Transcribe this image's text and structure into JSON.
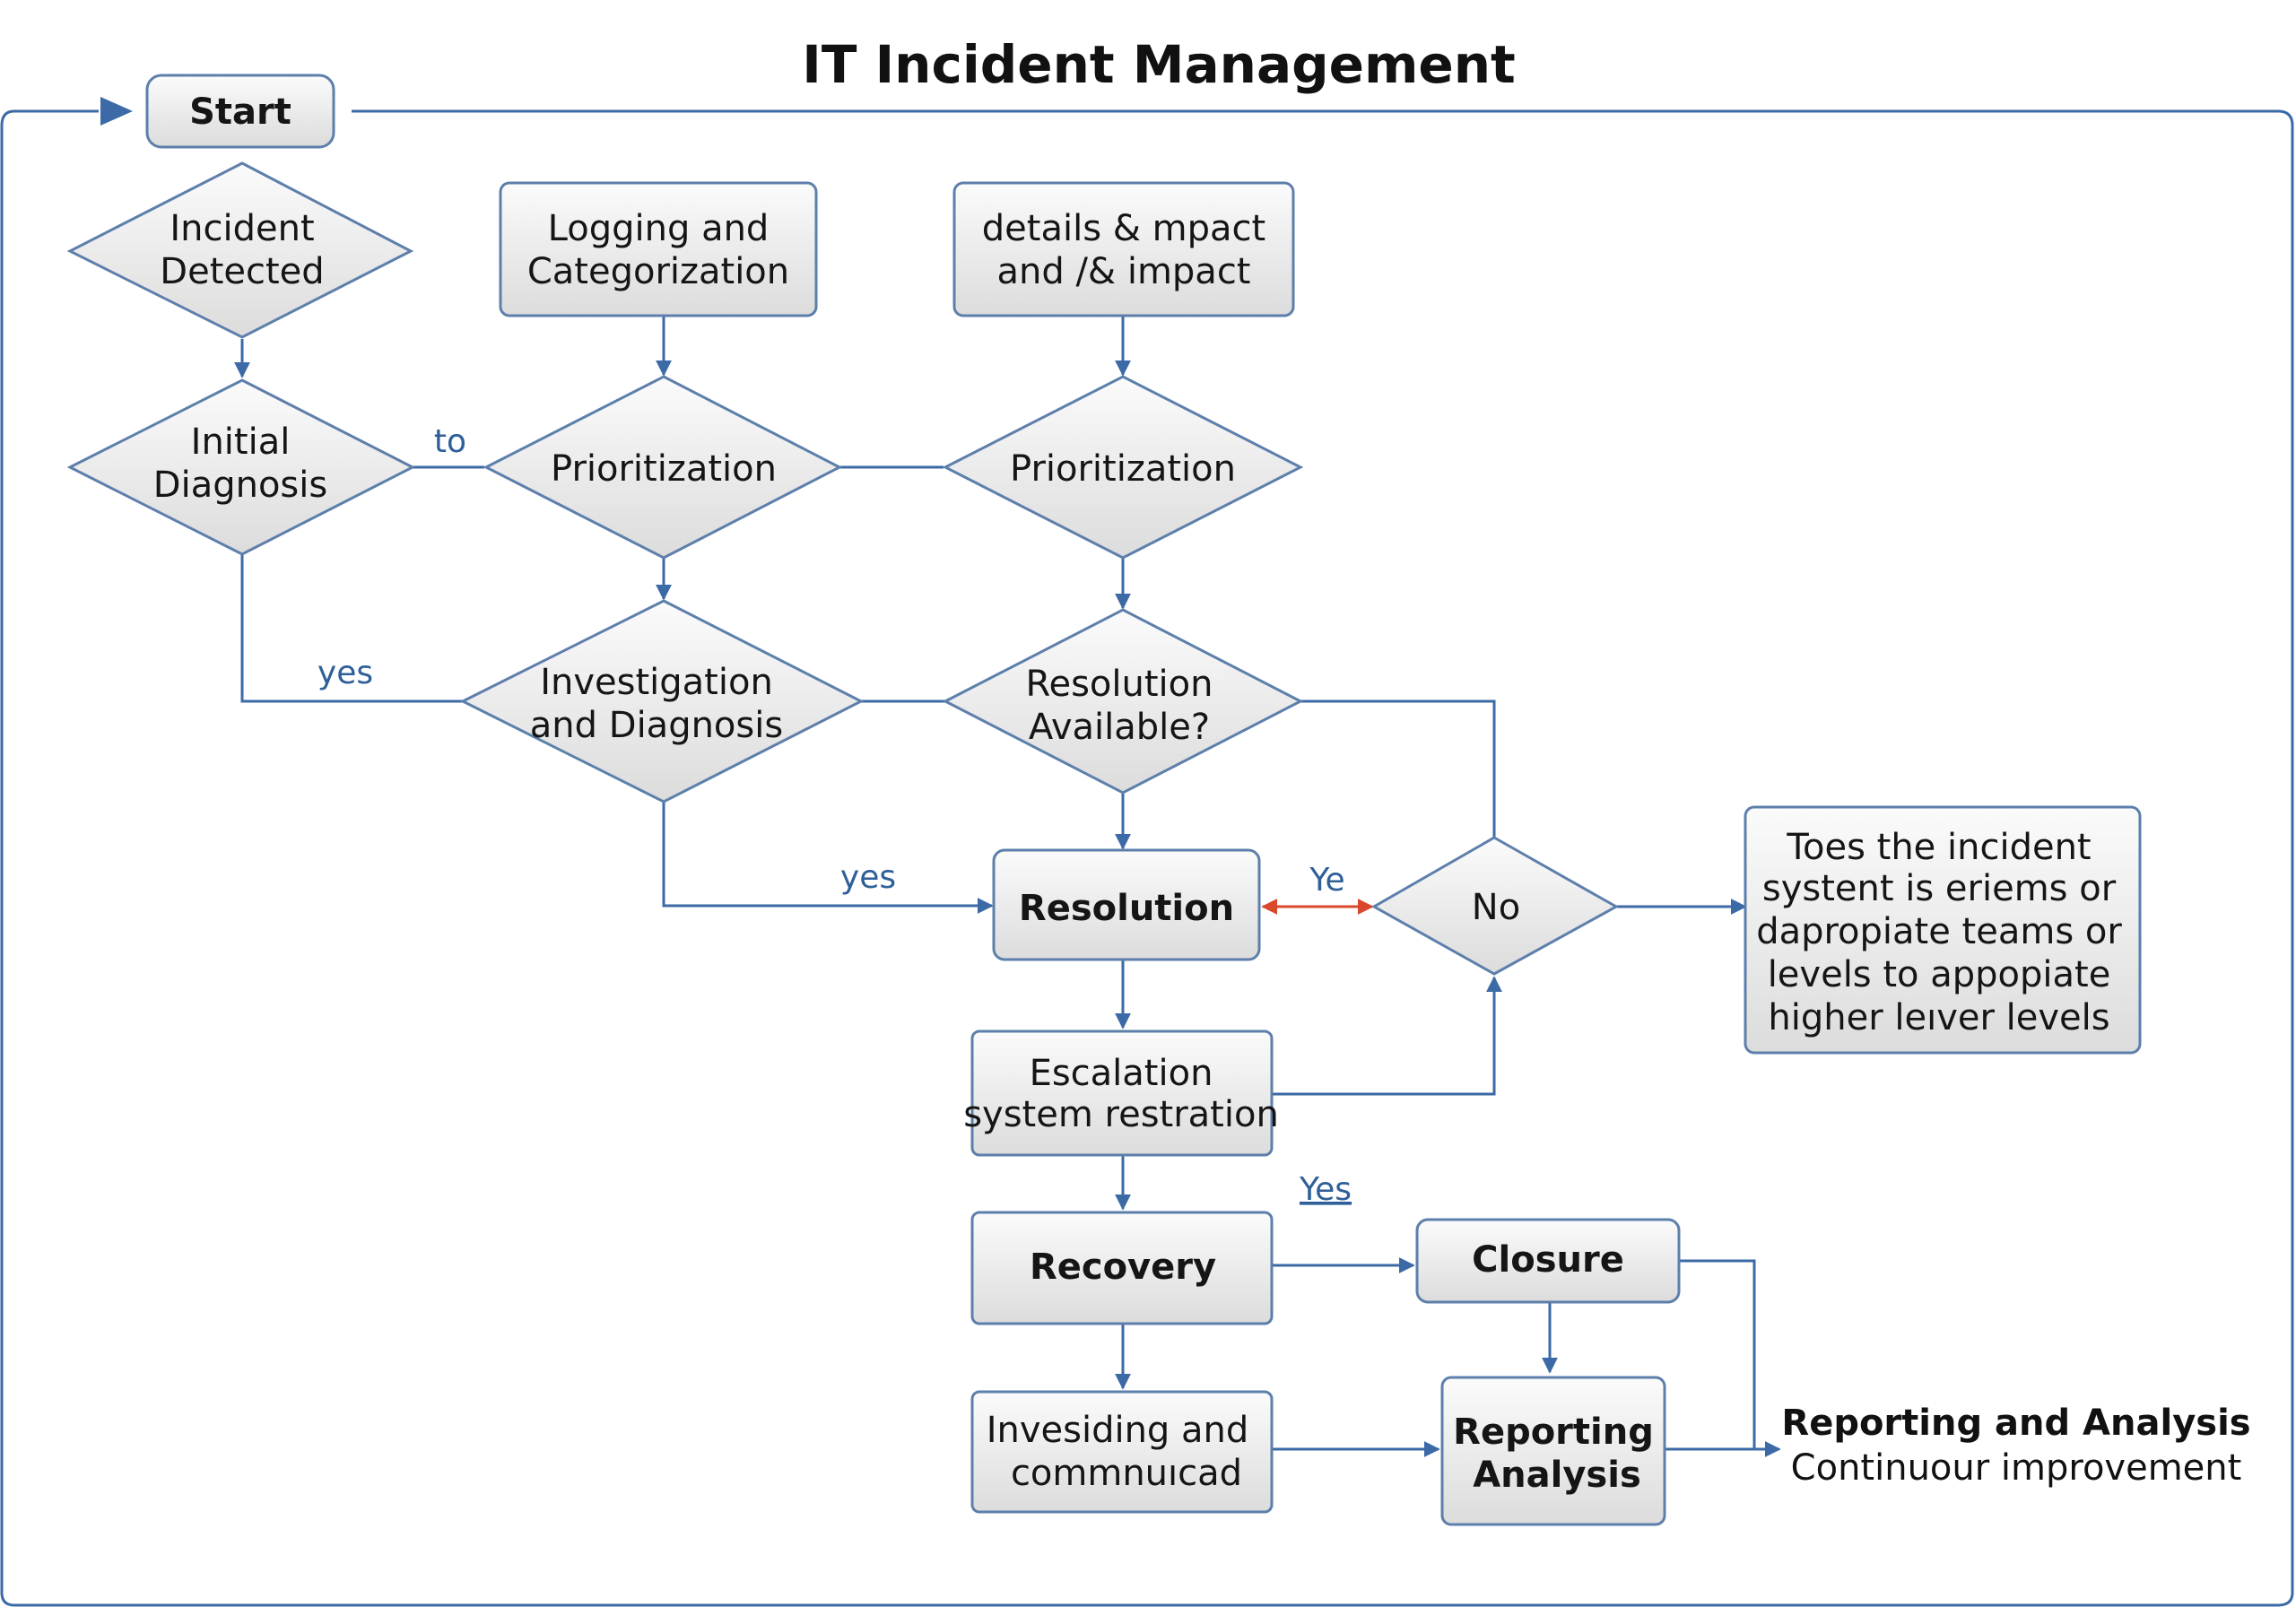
{
  "title": "IT Incident Management",
  "colors": {
    "line": "#3c6aa6",
    "node_border": "#5d7fab",
    "node_fill_top": "#fbfbfb",
    "node_fill_bottom": "#dcdcdc",
    "highlight_arrow": "#d9482b",
    "edge_label": "#2e5f98"
  },
  "nodes": {
    "start": {
      "lines": [
        "Start"
      ]
    },
    "incident_detected": {
      "lines": [
        "Incident",
        "Detected"
      ]
    },
    "logging": {
      "lines": [
        "Logging and",
        "Categorization"
      ]
    },
    "details": {
      "lines": [
        "details & mpact",
        "and /& impact"
      ]
    },
    "initial_diagnosis": {
      "lines": [
        "Initial",
        "Diagnosis"
      ]
    },
    "prioritization_1": {
      "lines": [
        "Prioritization"
      ]
    },
    "prioritization_2": {
      "lines": [
        "Prioritization"
      ]
    },
    "investigation": {
      "lines": [
        "Investigation",
        "and Diagnosis"
      ]
    },
    "resolution_available": {
      "lines": [
        "Resolution",
        "Available?"
      ]
    },
    "resolution": {
      "lines": [
        "Resolution"
      ]
    },
    "no_decision": {
      "lines": [
        "No"
      ]
    },
    "escalation_note": {
      "lines": [
        "Toes the incident",
        "systent is eriems or",
        "dapropiate teams or",
        "levels to appopiate",
        "higher leıver levels"
      ]
    },
    "escalation": {
      "lines": [
        "Escalation",
        "system restration"
      ]
    },
    "recovery": {
      "lines": [
        "Recovery"
      ]
    },
    "closure": {
      "lines": [
        "Closure"
      ]
    },
    "investigating_comm": {
      "lines": [
        "Invesiding and",
        "commnuıcad"
      ]
    },
    "reporting": {
      "lines": [
        "Reporting",
        "Analysis"
      ]
    }
  },
  "edge_labels": {
    "to": "to",
    "yes_left": "yes",
    "yes_mid": "yes",
    "ye": "Ye",
    "yes_upper": "Yes"
  },
  "outcome": {
    "title": "Reporting and Analysis",
    "subtitle": "Continuour improvement"
  }
}
